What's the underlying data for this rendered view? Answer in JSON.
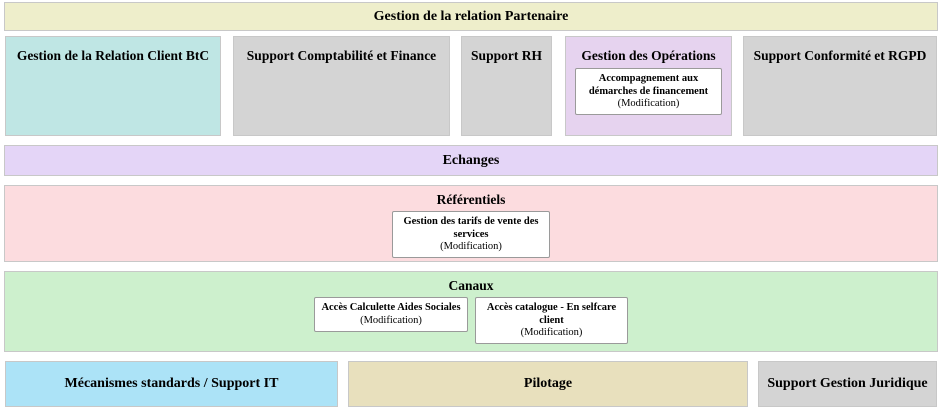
{
  "diagram": {
    "header": {
      "label": "Gestion de la relation Partenaire",
      "color": "#eeeecb"
    },
    "domains": [
      {
        "label": "Gestion de la Relation Client BtC",
        "color": "#bfe6e4",
        "cards": []
      },
      {
        "label": "Support Comptabilité et Finance",
        "color": "#d4d4d4",
        "cards": []
      },
      {
        "label": "Support RH",
        "color": "#d4d4d4",
        "cards": []
      },
      {
        "label": "Gestion des Opérations",
        "color": "#e6d3ef",
        "cards": [
          {
            "title": "Accompagnement aux démarches de financement",
            "status": "(Modification)"
          }
        ]
      },
      {
        "label": "Support Conformité et RGPD",
        "color": "#d4d4d4",
        "cards": []
      }
    ],
    "bands": [
      {
        "label": "Echanges",
        "color": "#e4d5f7",
        "cards": []
      },
      {
        "label": "Référentiels",
        "color": "#fcdcdf",
        "cards": [
          {
            "title": "Gestion des tarifs de vente des services",
            "status": "(Modification)"
          }
        ]
      },
      {
        "label": "Canaux",
        "color": "#cdf0cd",
        "cards": [
          {
            "title": "Accès Calculette Aides Sociales",
            "status": "(Modification)"
          },
          {
            "title": "Accès catalogue - En selfcare client",
            "status": "(Modification)"
          }
        ]
      }
    ],
    "footer": [
      {
        "label": "Mécanismes standards / Support IT",
        "color": "#ace3f7",
        "cards": []
      },
      {
        "label": "Pilotage",
        "color": "#e8e0bd",
        "cards": []
      },
      {
        "label": "Support Gestion Juridique",
        "color": "#d4d4d4",
        "cards": []
      }
    ]
  }
}
